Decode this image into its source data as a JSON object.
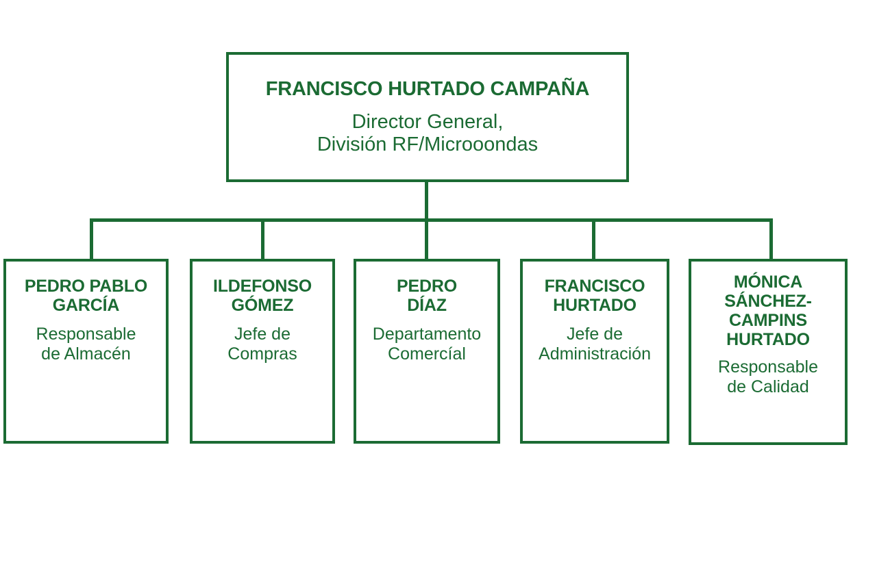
{
  "chart_data": {
    "type": "diagram",
    "diagram_type": "organizational-chart",
    "title": "",
    "orientation": "top-down",
    "colors": {
      "line": "#1b6b33",
      "text": "#1b6b33",
      "background": "#ffffff"
    },
    "root": {
      "name": "FRANCISCO HURTADO CAMPAÑA",
      "role": "Director General,\nDivisión RF/Microoondas"
    },
    "children": [
      {
        "name": "PEDRO PABLO\nGARCÍA",
        "role": "Responsable\nde Almacén"
      },
      {
        "name": "ILDEFONSO\nGÓMEZ",
        "role": "Jefe de\nCompras"
      },
      {
        "name": "PEDRO\nDÍAZ",
        "role": "Departamento\nComercíal"
      },
      {
        "name": "FRANCISCO\nHURTADO",
        "role": "Jefe de\nAdministración"
      },
      {
        "name": "MÓNICA\nSÁNCHEZ-\nCAMPINS\nHURTADO",
        "role": "Responsable\nde Calidad"
      }
    ]
  }
}
